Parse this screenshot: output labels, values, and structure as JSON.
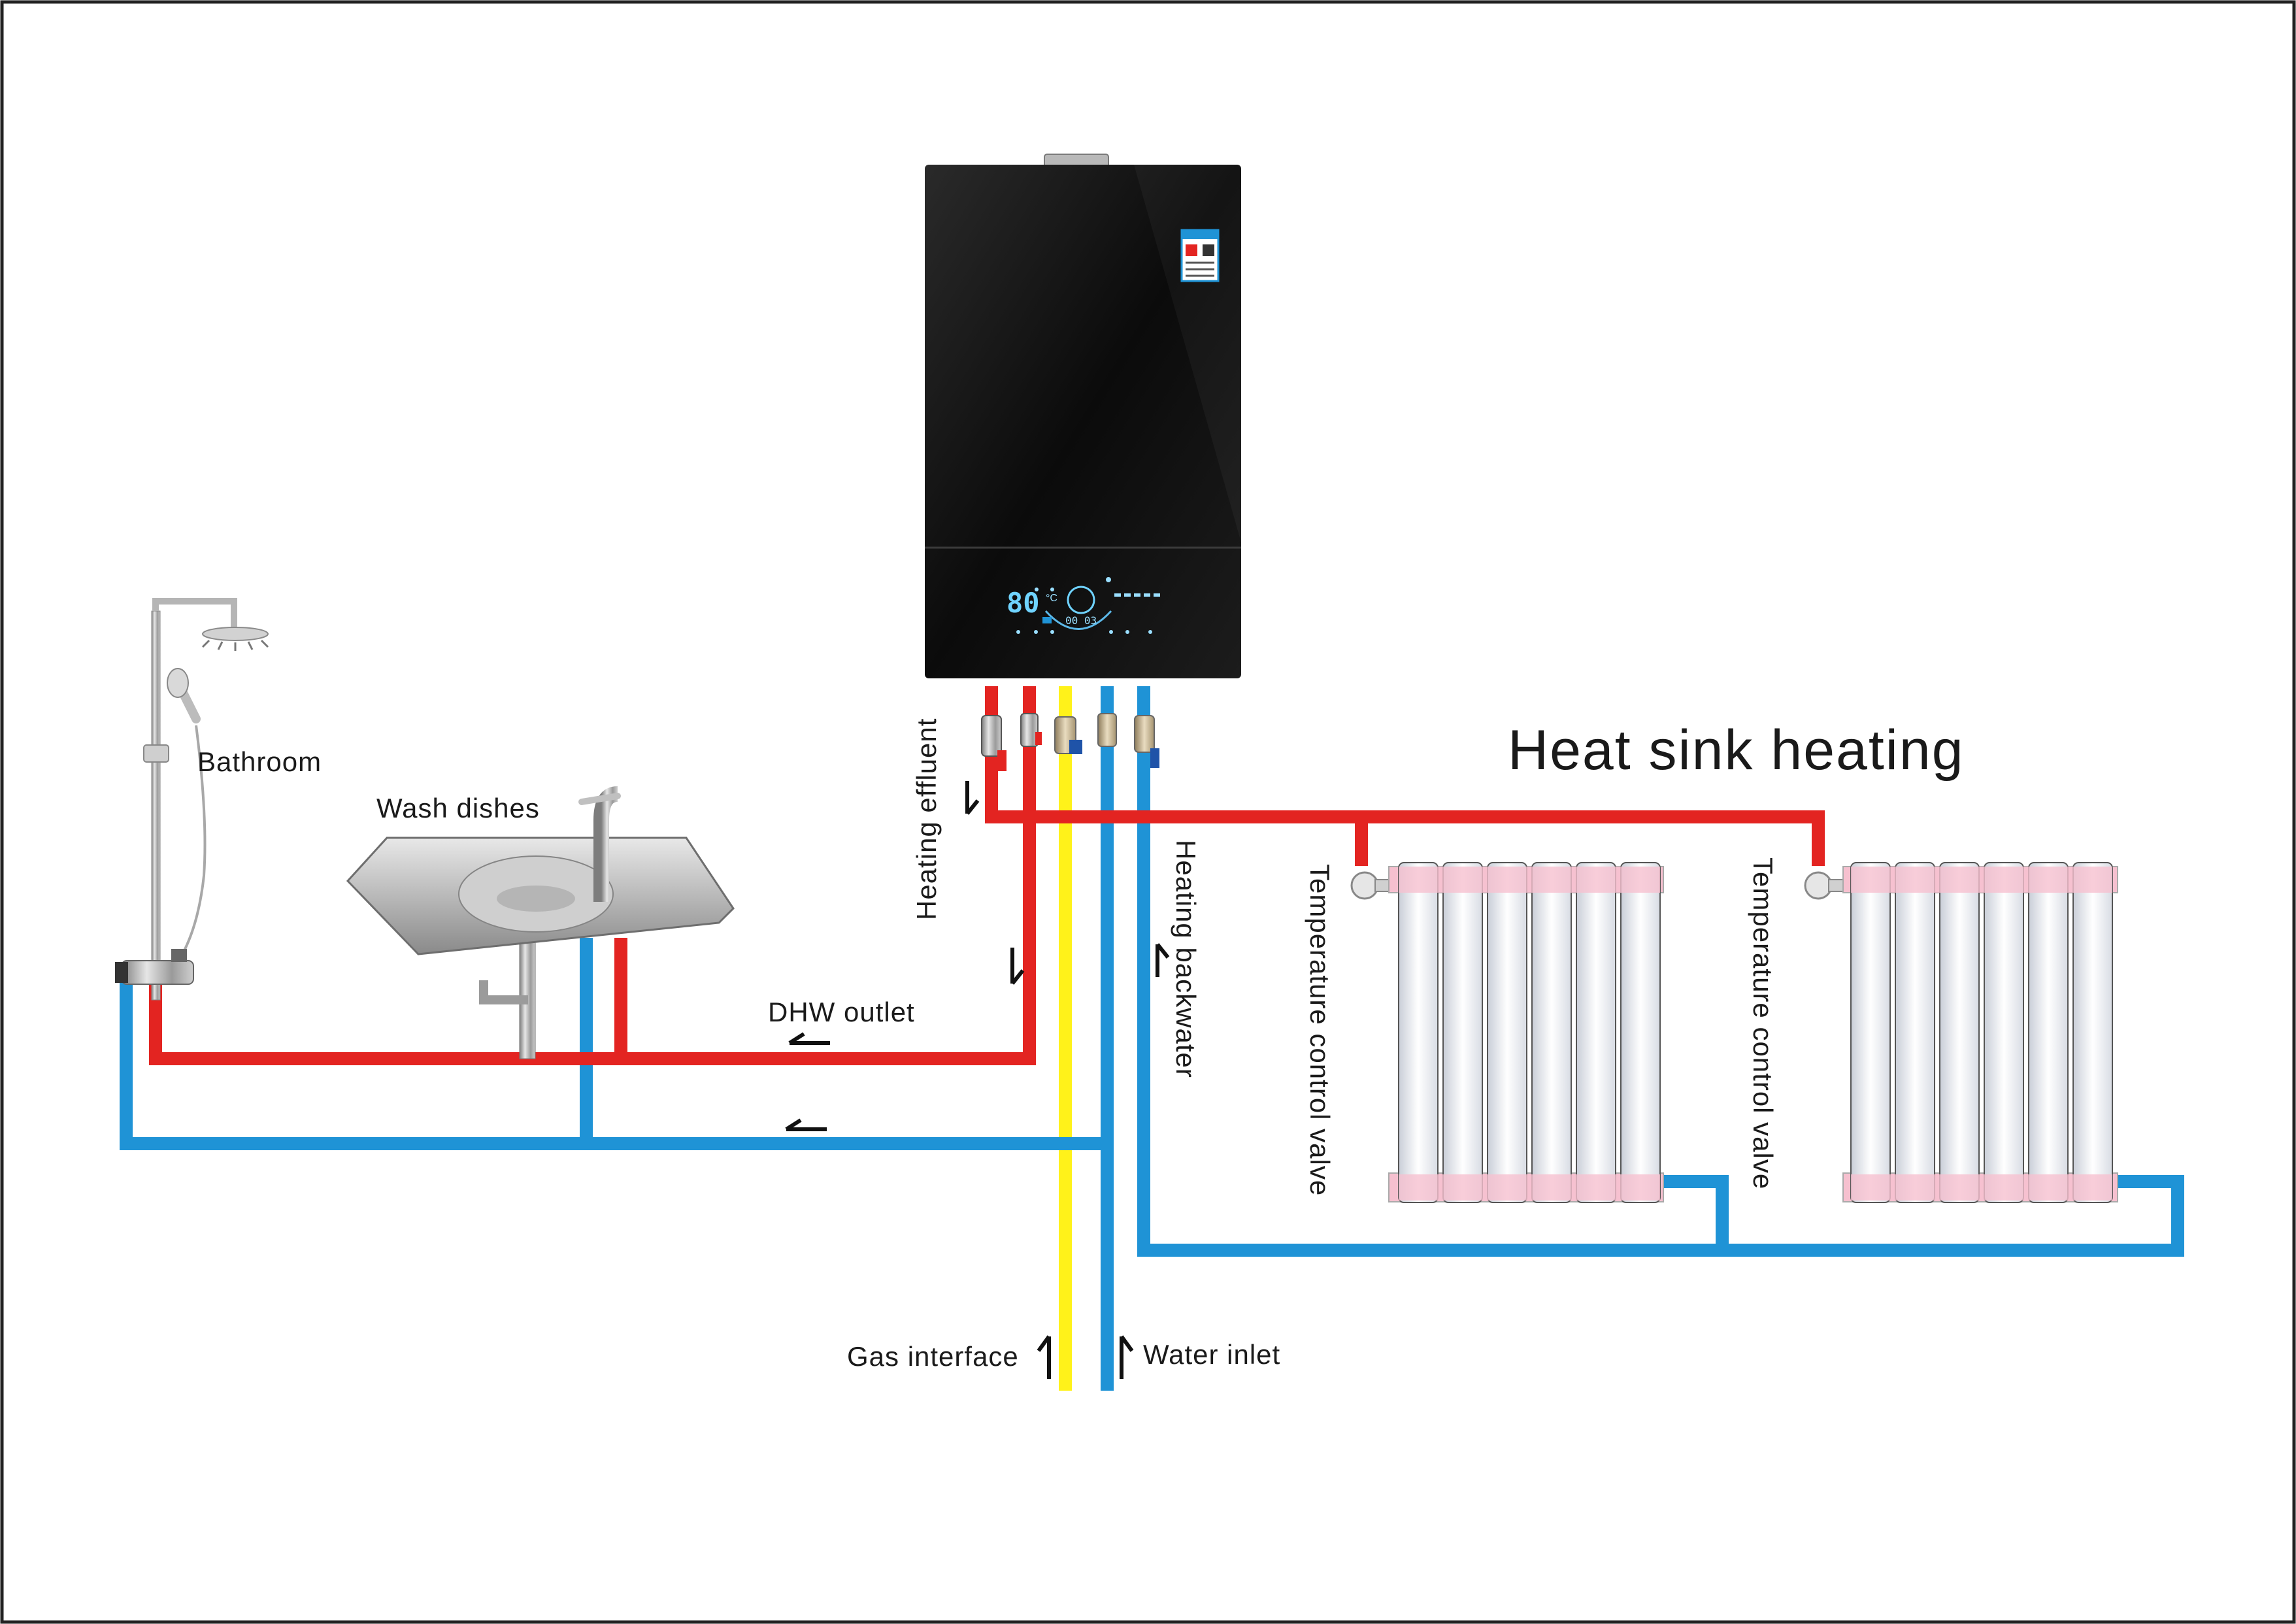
{
  "title": "Heat sink heating",
  "labels": {
    "bathroom": "Bathroom",
    "wash_dishes": "Wash dishes",
    "dhw_outlet": "DHW outlet",
    "heating_effluent": "Heating effluent",
    "heating_backwater": "Heating backwater",
    "gas_interface": "Gas interface",
    "water_inlet": "Water inlet",
    "valve_left": "Temperature control valve",
    "valve_right": "Temperature control valve"
  },
  "boiler": {
    "display_temp": "80",
    "display_unit": "°C",
    "display_secondary": "00 03"
  },
  "colors": {
    "hot_pipe": "#e32421",
    "cold_pipe": "#1f93d6",
    "gas_pipe": "#fff21a",
    "boiler_body": "#0c0c0c",
    "radiator_fin": "#f1f3f7",
    "radiator_manifold": "#f6c0cf"
  },
  "icons": {
    "flow_arrow": "arrow-icon",
    "shower": "shower-icon",
    "sink": "sink-icon",
    "ball_valve": "valve-icon"
  }
}
